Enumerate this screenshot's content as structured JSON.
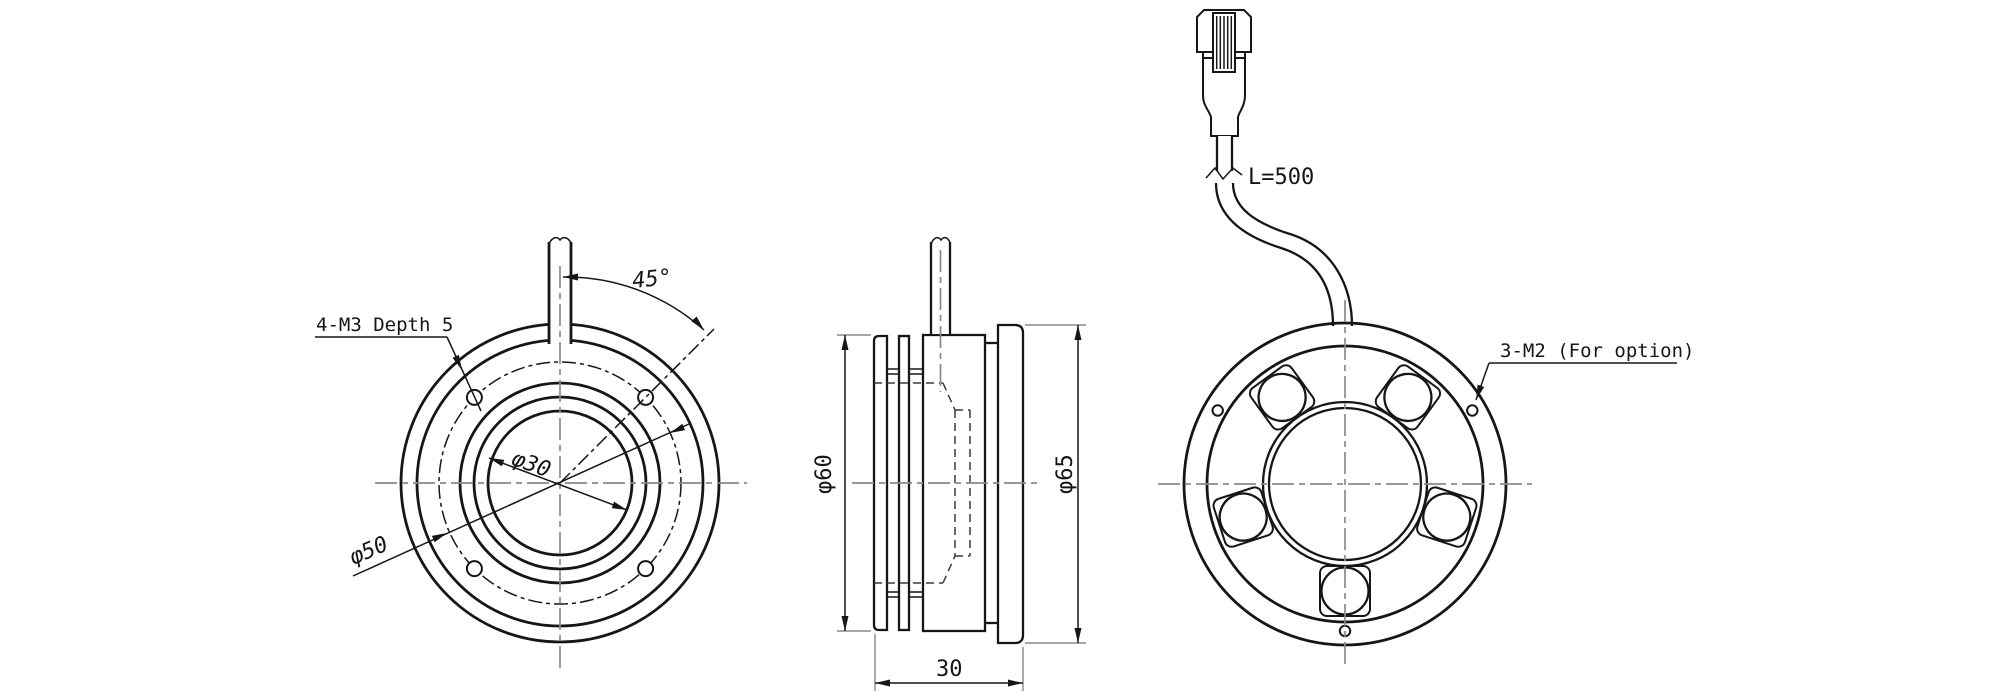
{
  "drawing": {
    "colors": {
      "line": "#161616",
      "centerline": "#8a8a8a",
      "background": "#ffffff"
    },
    "front_view": {
      "labels": {
        "mount_holes": "4-M3 Depth 5",
        "angle": "45°",
        "inner_diameter": "φ30",
        "bolt_circle": "φ50"
      }
    },
    "side_view": {
      "labels": {
        "body_diameter": "φ60",
        "flange_diameter": "φ65",
        "depth": "30"
      }
    },
    "back_view": {
      "labels": {
        "cable_length": "L=500",
        "option_holes": "3-M2 (For option)"
      }
    }
  }
}
